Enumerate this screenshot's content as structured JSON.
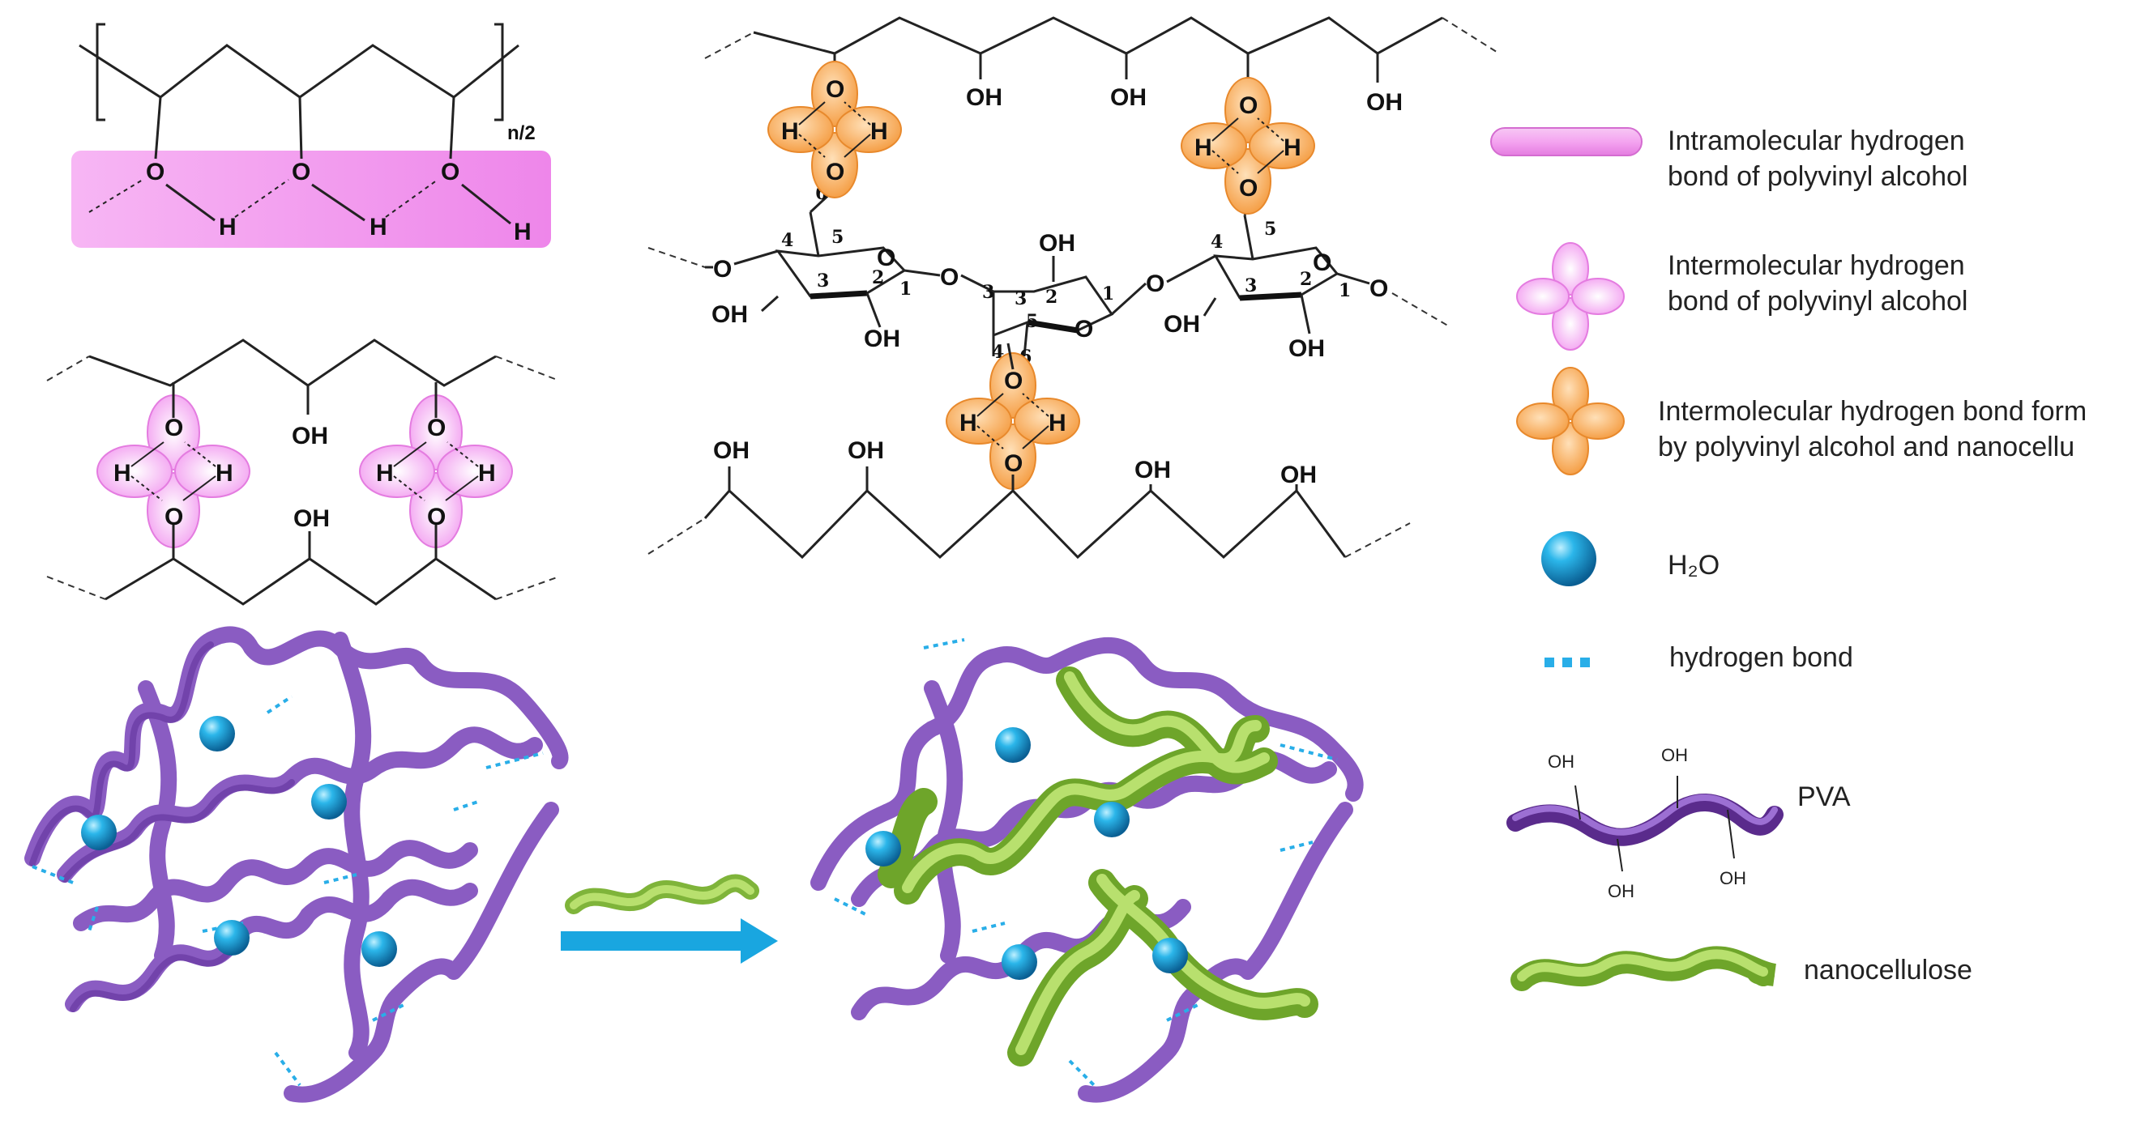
{
  "colors": {
    "intramolecular": "#f0a6ee",
    "pva_pink": "#e880e6",
    "orange": "#f5a04a",
    "water": "#1d9ad3",
    "hbond": "#29aee8",
    "pva_chain": "#9066c5",
    "pva_dark": "#5a2b8c",
    "nanocellulose": "#9ccd49",
    "arrow": "#19a6e0"
  },
  "pva_unit": {
    "subscript": "n/2"
  },
  "atoms": {
    "O": "O",
    "H": "H",
    "OH": "OH"
  },
  "ring_numbers": [
    "1",
    "2",
    "3",
    "4",
    "5",
    "6"
  ],
  "legend": [
    {
      "id": "intramolecular",
      "lines": [
        "Intramolecular hydrogen",
        "bond of polyvinyl alcohol"
      ]
    },
    {
      "id": "intermolecular",
      "lines": [
        "Intermolecular hydrogen",
        "bond of polyvinyl alcohol"
      ]
    },
    {
      "id": "pva-nanocellulose",
      "lines": [
        "Intermolecular hydrogen bond form",
        "by polyvinyl alcohol and nanocellu"
      ]
    },
    {
      "id": "water",
      "lines": [
        "H₂O"
      ]
    },
    {
      "id": "hydrogen-bond",
      "lines": [
        "hydrogen bond"
      ]
    },
    {
      "id": "pva",
      "lines": [
        "PVA"
      ]
    },
    {
      "id": "nanocellulose",
      "lines": [
        "nanocellulose"
      ]
    }
  ],
  "icons": [
    "pink-capsule-icon",
    "pink-clover-icon",
    "orange-clover-icon",
    "water-sphere-icon",
    "dotted-line-icon",
    "pva-chain-icon",
    "nanocellulose-strand-icon"
  ]
}
